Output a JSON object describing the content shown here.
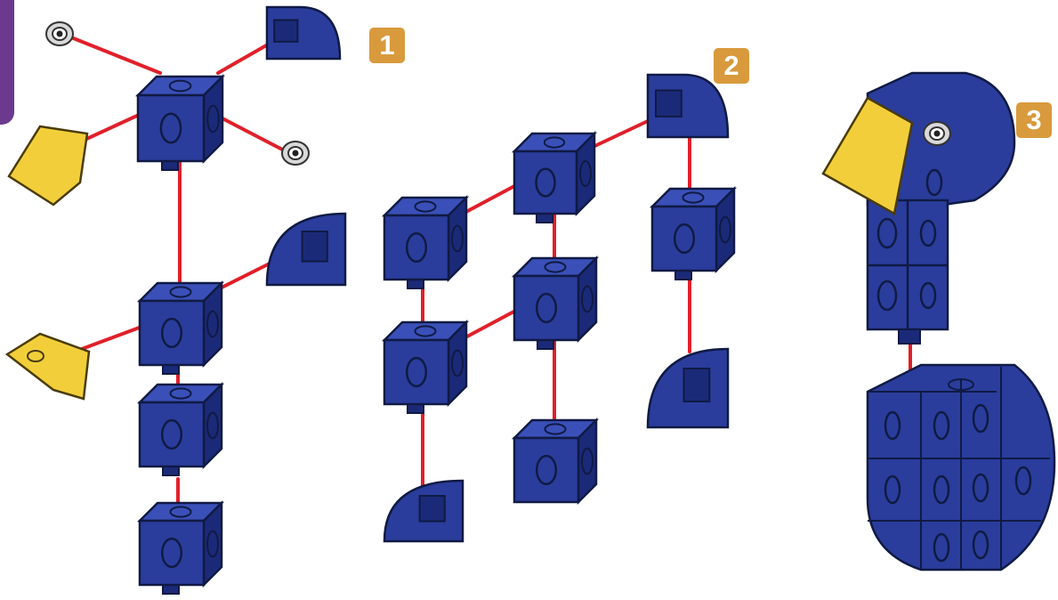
{
  "steps": [
    {
      "number": "1"
    },
    {
      "number": "2"
    },
    {
      "number": "3"
    }
  ],
  "colors": {
    "block_blue": "#2a3d9c",
    "block_blue_dark": "#1b2a78",
    "block_blue_light": "#3a50b8",
    "beak_yellow": "#f2cf3a",
    "beak_yellow_dark": "#d9b21f",
    "connector_red": "#e0202a",
    "step_badge": "#d89a3c",
    "corner_tab": "#6b3a8e",
    "eye_gray": "#d9d9d9"
  },
  "icons": [
    "cube-block",
    "quarter-round-block",
    "wedge-block",
    "eye-peg",
    "connector-line"
  ]
}
